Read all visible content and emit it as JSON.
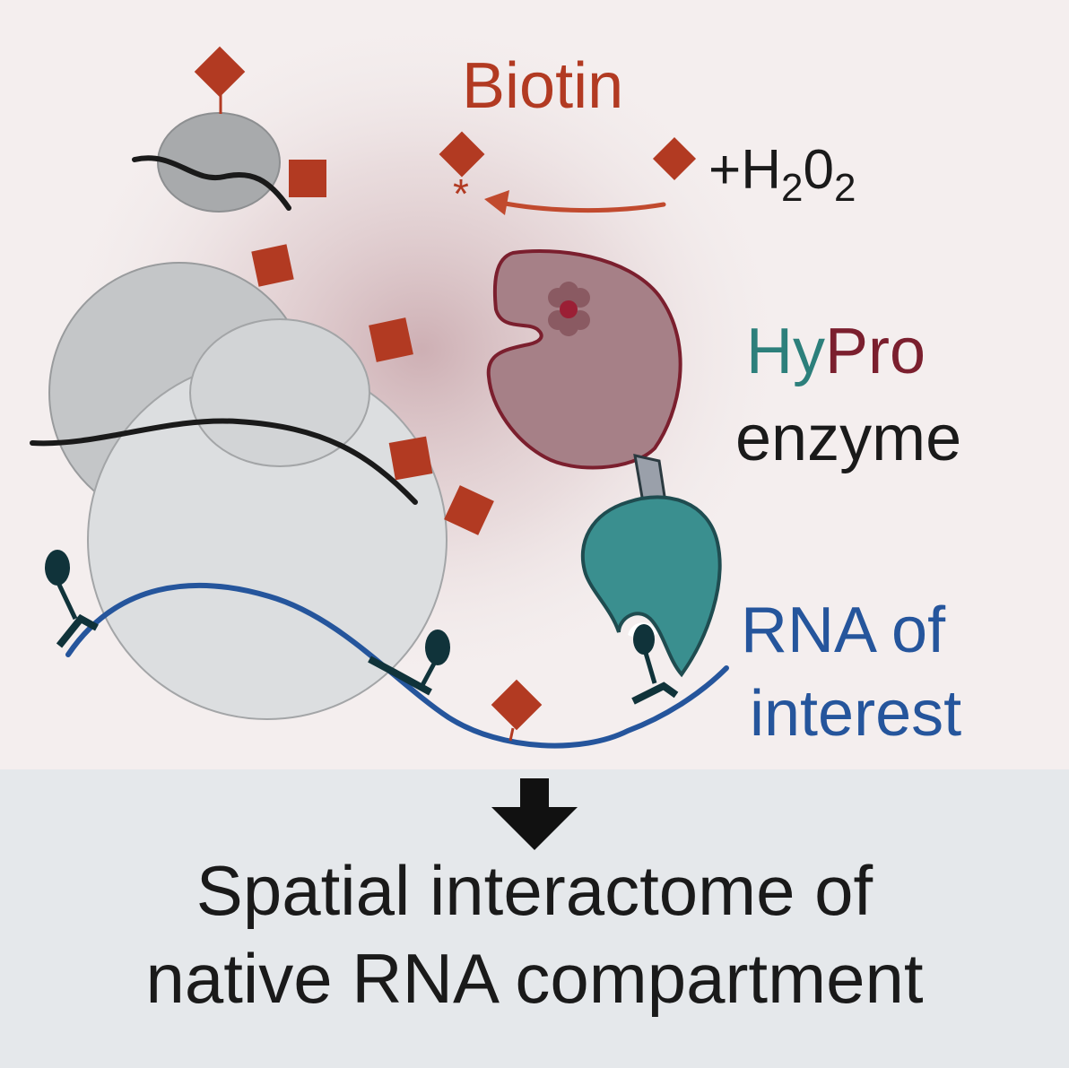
{
  "colors": {
    "top_background": "#f4eeee",
    "bottom_background": "#e5e8eb",
    "biotin": "#b23a22",
    "hypro_hy": "#2c7f7b",
    "hypro_pro": "#7b1f2e",
    "rna": "#25559c",
    "enzyme_body": "#a68087",
    "antibody": "#3a8f8f",
    "arrow": "#111111"
  },
  "labels": {
    "biotin": "Biotin",
    "h2o2_plus_h": "+H",
    "h2o2_sub1": "2",
    "h2o2_o": "0",
    "h2o2_sub2": "2",
    "activated_mark": "*",
    "hypro_hy": "Hy",
    "hypro_pro": "Pro",
    "enzyme": "enzyme",
    "rna_line1": "RNA of",
    "rna_line2": "interest",
    "result_line1": "Spatial interactome of",
    "result_line2": "native RNA compartment"
  },
  "icons": {
    "biotin_tag": "red-diamond",
    "reaction_arrow": "curved-arrow-left",
    "down_arrow": "down-arrow",
    "heme": "heme-flower",
    "probe": "probe-lollipop"
  }
}
